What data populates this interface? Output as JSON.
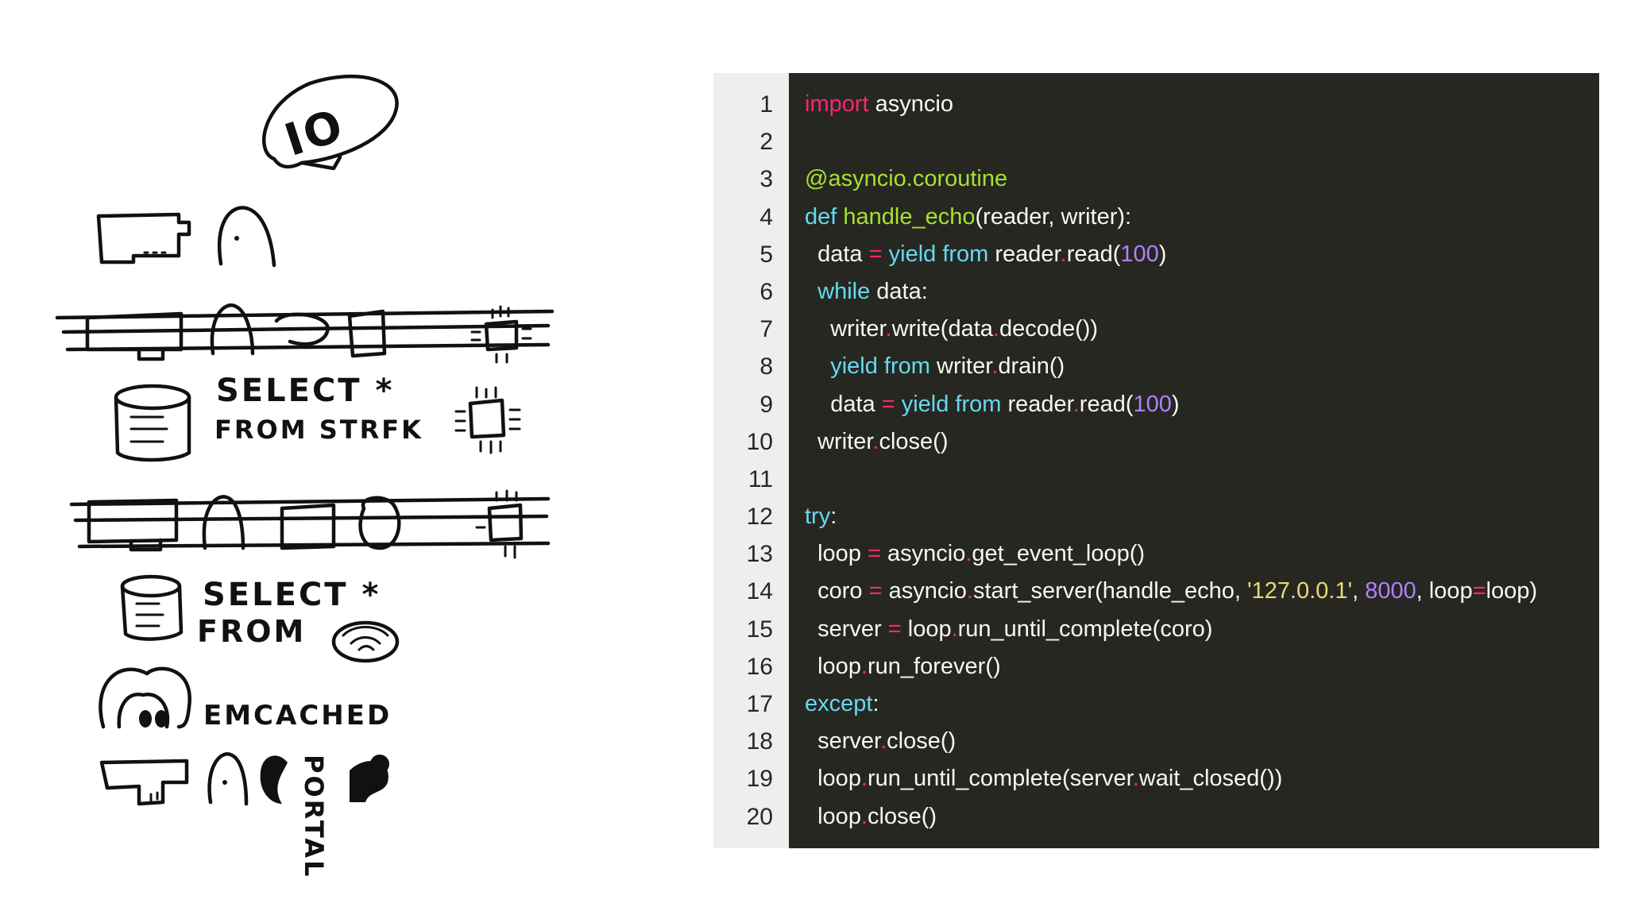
{
  "sketch": {
    "io_label": "IO",
    "select_star_1": "SELECT *",
    "from_strfk": "FROM STRFK",
    "select_star_2": "SELECT *",
    "from_2": "FROM",
    "emcached": "EMCACHED",
    "portal": "PORTAL"
  },
  "colors": {
    "editor_bg": "#272722",
    "gutter_bg": "#eeeeee",
    "keyword": "#f92672",
    "decorator": "#a6e22e",
    "builtin": "#66d9ef",
    "number": "#ae81ff",
    "string": "#e6db74",
    "text": "#f8f8f2"
  },
  "code": {
    "line_numbers": [
      "1",
      "2",
      "3",
      "4",
      "5",
      "6",
      "7",
      "8",
      "9",
      "10",
      "11",
      "12",
      "13",
      "14",
      "15",
      "16",
      "17",
      "18",
      "19",
      "20"
    ],
    "lines": [
      [
        {
          "t": "keyword",
          "v": "import"
        },
        {
          "t": "plain",
          "v": " asyncio"
        }
      ],
      [],
      [
        {
          "t": "decorator",
          "v": "@asyncio.coroutine"
        }
      ],
      [
        {
          "t": "def",
          "v": "def"
        },
        {
          "t": "plain",
          "v": " "
        },
        {
          "t": "func",
          "v": "handle_echo"
        },
        {
          "t": "plain",
          "v": "(reader, writer):"
        }
      ],
      [
        {
          "t": "plain",
          "v": "  data "
        },
        {
          "t": "op",
          "v": "="
        },
        {
          "t": "plain",
          "v": " "
        },
        {
          "t": "kw2",
          "v": "yield from"
        },
        {
          "t": "plain",
          "v": " reader"
        },
        {
          "t": "op",
          "v": "."
        },
        {
          "t": "plain",
          "v": "read("
        },
        {
          "t": "num",
          "v": "100"
        },
        {
          "t": "plain",
          "v": ")"
        }
      ],
      [
        {
          "t": "plain",
          "v": "  "
        },
        {
          "t": "kw2",
          "v": "while"
        },
        {
          "t": "plain",
          "v": " data:"
        }
      ],
      [
        {
          "t": "plain",
          "v": "    writer"
        },
        {
          "t": "op",
          "v": "."
        },
        {
          "t": "plain",
          "v": "write(data"
        },
        {
          "t": "op",
          "v": "."
        },
        {
          "t": "plain",
          "v": "decode())"
        }
      ],
      [
        {
          "t": "plain",
          "v": "    "
        },
        {
          "t": "kw2",
          "v": "yield from"
        },
        {
          "t": "plain",
          "v": " writer"
        },
        {
          "t": "op",
          "v": "."
        },
        {
          "t": "plain",
          "v": "drain()"
        }
      ],
      [
        {
          "t": "plain",
          "v": "    data "
        },
        {
          "t": "op",
          "v": "="
        },
        {
          "t": "plain",
          "v": " "
        },
        {
          "t": "kw2",
          "v": "yield from"
        },
        {
          "t": "plain",
          "v": " reader"
        },
        {
          "t": "op",
          "v": "."
        },
        {
          "t": "plain",
          "v": "read("
        },
        {
          "t": "num",
          "v": "100"
        },
        {
          "t": "plain",
          "v": ")"
        }
      ],
      [
        {
          "t": "plain",
          "v": "  writer"
        },
        {
          "t": "op",
          "v": "."
        },
        {
          "t": "plain",
          "v": "close()"
        }
      ],
      [],
      [
        {
          "t": "kw2",
          "v": "try"
        },
        {
          "t": "plain",
          "v": ":"
        }
      ],
      [
        {
          "t": "plain",
          "v": "  loop "
        },
        {
          "t": "op",
          "v": "="
        },
        {
          "t": "plain",
          "v": " asyncio"
        },
        {
          "t": "op",
          "v": "."
        },
        {
          "t": "plain",
          "v": "get_event_loop()"
        }
      ],
      [
        {
          "t": "plain",
          "v": "  coro "
        },
        {
          "t": "op",
          "v": "="
        },
        {
          "t": "plain",
          "v": " asyncio"
        },
        {
          "t": "op",
          "v": "."
        },
        {
          "t": "plain",
          "v": "start_server(handle_echo, "
        },
        {
          "t": "str",
          "v": "'127.0.0.1'"
        },
        {
          "t": "plain",
          "v": ", "
        },
        {
          "t": "num",
          "v": "8000"
        },
        {
          "t": "plain",
          "v": ", loop"
        },
        {
          "t": "op",
          "v": "="
        },
        {
          "t": "plain",
          "v": "loop)"
        }
      ],
      [
        {
          "t": "plain",
          "v": "  server "
        },
        {
          "t": "op",
          "v": "="
        },
        {
          "t": "plain",
          "v": " loop"
        },
        {
          "t": "op",
          "v": "."
        },
        {
          "t": "plain",
          "v": "run_until_complete(coro)"
        }
      ],
      [
        {
          "t": "plain",
          "v": "  loop"
        },
        {
          "t": "op",
          "v": "."
        },
        {
          "t": "plain",
          "v": "run_forever()"
        }
      ],
      [
        {
          "t": "kw2",
          "v": "except"
        },
        {
          "t": "plain",
          "v": ":"
        }
      ],
      [
        {
          "t": "plain",
          "v": "  server"
        },
        {
          "t": "op",
          "v": "."
        },
        {
          "t": "plain",
          "v": "close()"
        }
      ],
      [
        {
          "t": "plain",
          "v": "  loop"
        },
        {
          "t": "op",
          "v": "."
        },
        {
          "t": "plain",
          "v": "run_until_complete(server"
        },
        {
          "t": "op",
          "v": "."
        },
        {
          "t": "plain",
          "v": "wait_closed())"
        }
      ],
      [
        {
          "t": "plain",
          "v": "  loop"
        },
        {
          "t": "op",
          "v": "."
        },
        {
          "t": "plain",
          "v": "close()"
        }
      ]
    ]
  }
}
